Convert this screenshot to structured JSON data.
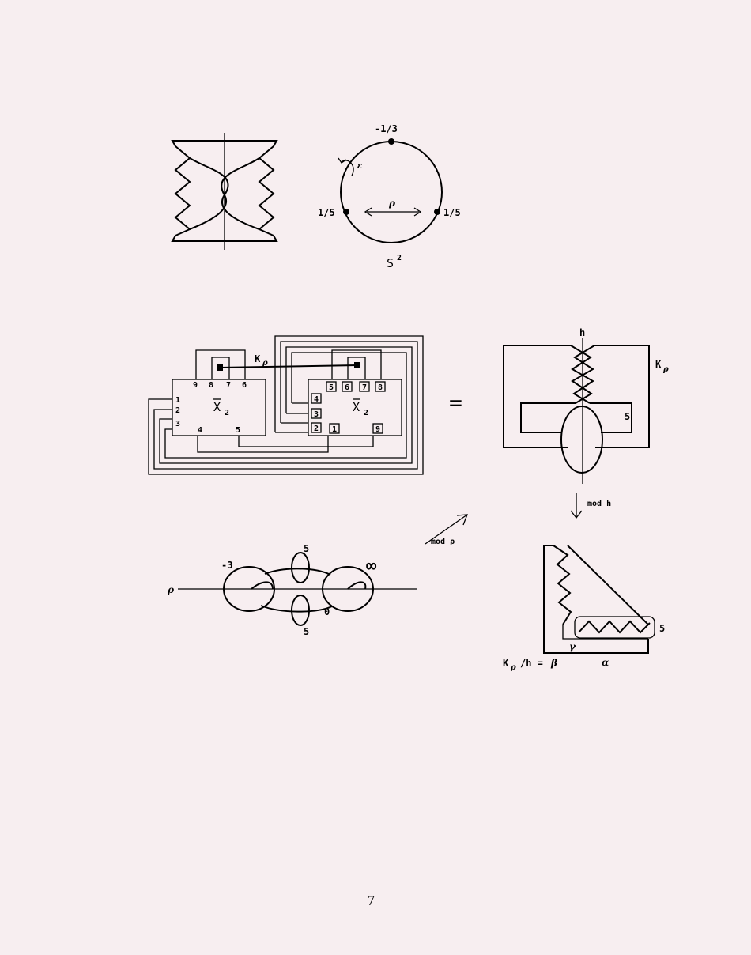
{
  "fig_top_right": {
    "top_point": "-1/3",
    "left_point": "1/5",
    "right_point": "1/5",
    "rho": "ρ",
    "epsilon": "ε",
    "sphere": "S",
    "sphere_exp": "2"
  },
  "fig_mid_left": {
    "label_K": "K",
    "label_K_sub": "ρ",
    "box1_X": "X",
    "box1_sub": "2",
    "box2_X": "X",
    "box2_sub": "2",
    "box1_ports_top": [
      "9",
      "8",
      "7",
      "6"
    ],
    "box1_ports_left": [
      "1",
      "2",
      "3"
    ],
    "box1_ports_bottom": [
      "4",
      "5"
    ],
    "box2_ports_top": [
      "5",
      "6",
      "7",
      "8"
    ],
    "box2_ports_left": [
      "4",
      "3",
      "2"
    ],
    "box2_ports_bottom": [
      "1",
      "9"
    ]
  },
  "equals": "=",
  "fig_mid_right": {
    "h": "h",
    "K": "K",
    "K_sub": "ρ",
    "twist": "5"
  },
  "arrow_mod_h": "mod h",
  "arrow_mod_rho": "mod ρ",
  "fig_bottom_left": {
    "rho": "ρ",
    "minus3": "-3",
    "five_top": "5",
    "five_bottom": "5",
    "inf": "∞",
    "zero": "0"
  },
  "fig_bottom_right": {
    "twist": "5",
    "gamma": "γ",
    "alpha": "α",
    "quotient_K": "K",
    "quotient_sub": "ρ",
    "quotient_rest": "/h =",
    "beta": "β"
  },
  "page_number": "7"
}
